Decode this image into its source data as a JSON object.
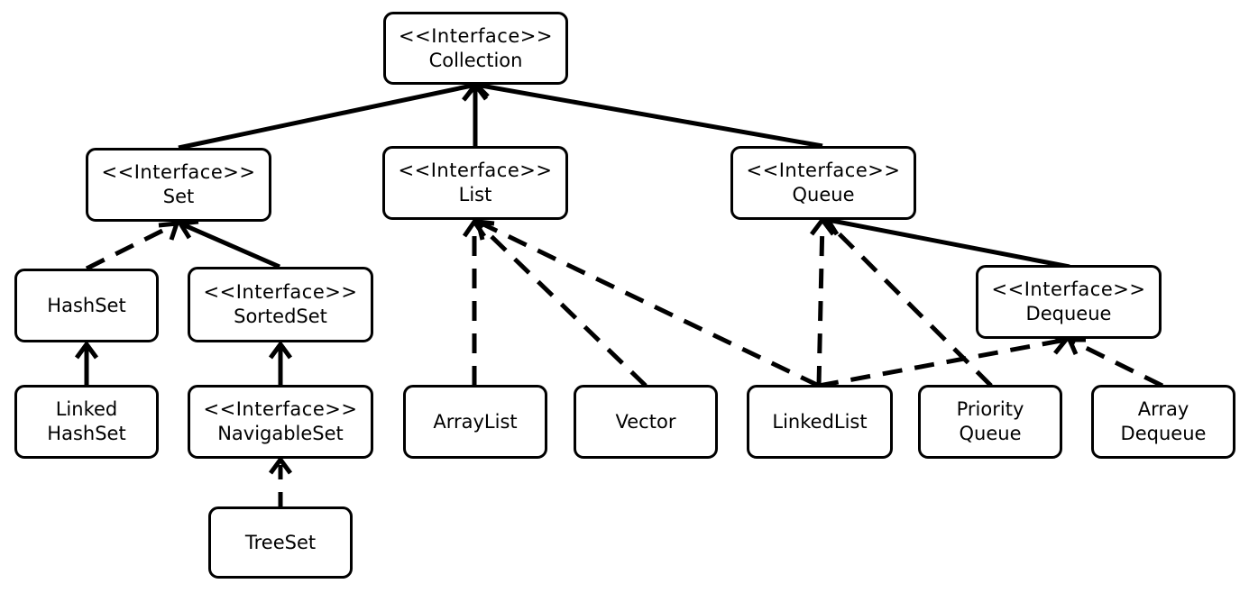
{
  "nodes": {
    "collection": {
      "stereotype": "<<Interface>>",
      "name": "Collection"
    },
    "set": {
      "stereotype": "<<Interface>>",
      "name": "Set"
    },
    "list": {
      "stereotype": "<<Interface>>",
      "name": "List"
    },
    "queue": {
      "stereotype": "<<Interface>>",
      "name": "Queue"
    },
    "hashset": {
      "name": "HashSet"
    },
    "sortedset": {
      "stereotype": "<<Interface>>",
      "name": "SortedSet"
    },
    "deque": {
      "stereotype": "<<Interface>>",
      "name": "Dequeue"
    },
    "linkedhashset": {
      "line1": "Linked",
      "line2": "HashSet"
    },
    "navigableset": {
      "stereotype": "<<Interface>>",
      "name": "NavigableSet"
    },
    "arraylist": {
      "name": "ArrayList"
    },
    "vector": {
      "name": "Vector"
    },
    "linkedlist": {
      "name": "LinkedList"
    },
    "priorityqueue": {
      "line1": "Priority",
      "line2": "Queue"
    },
    "arraydeque": {
      "line1": "Array",
      "line2": "Dequeue"
    },
    "treeset": {
      "name": "TreeSet"
    }
  },
  "edges": [
    {
      "from": "set",
      "to": "collection",
      "style": "solid"
    },
    {
      "from": "list",
      "to": "collection",
      "style": "solid"
    },
    {
      "from": "queue",
      "to": "collection",
      "style": "solid"
    },
    {
      "from": "hashset",
      "to": "set",
      "style": "dashed"
    },
    {
      "from": "sortedset",
      "to": "set",
      "style": "solid"
    },
    {
      "from": "linkedhashset",
      "to": "hashset",
      "style": "solid"
    },
    {
      "from": "navigableset",
      "to": "sortedset",
      "style": "solid"
    },
    {
      "from": "treeset",
      "to": "navigableset",
      "style": "dashed"
    },
    {
      "from": "arraylist",
      "to": "list",
      "style": "dashed"
    },
    {
      "from": "vector",
      "to": "list",
      "style": "dashed"
    },
    {
      "from": "linkedlist",
      "to": "list",
      "style": "dashed"
    },
    {
      "from": "linkedlist",
      "to": "queue",
      "style": "dashed"
    },
    {
      "from": "linkedlist",
      "to": "deque",
      "style": "dashed"
    },
    {
      "from": "priorityqueue",
      "to": "queue",
      "style": "dashed"
    },
    {
      "from": "deque",
      "to": "queue",
      "style": "solid"
    },
    {
      "from": "arraydeque",
      "to": "deque",
      "style": "dashed"
    }
  ]
}
